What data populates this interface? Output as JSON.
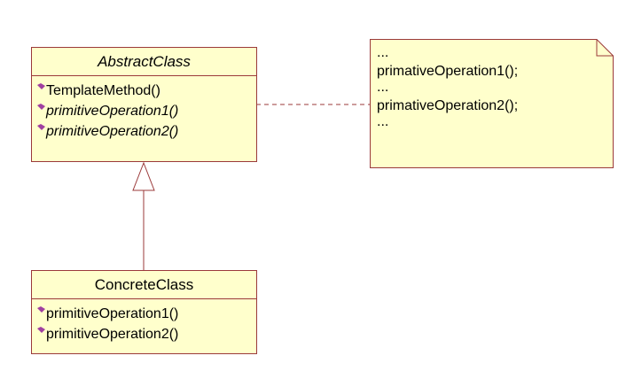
{
  "abstract_class": {
    "name": "AbstractClass",
    "operations": [
      {
        "label": "TemplateMethod()",
        "abstract": false
      },
      {
        "label": "primitiveOperation1()",
        "abstract": true
      },
      {
        "label": "primitiveOperation2()",
        "abstract": true
      }
    ]
  },
  "concrete_class": {
    "name": "ConcreteClass",
    "operations": [
      {
        "label": "primitiveOperation1()"
      },
      {
        "label": "primitiveOperation2()"
      }
    ]
  },
  "note": {
    "lines": [
      "...",
      "primativeOperation1();",
      "...",
      "primativeOperation2();",
      "..."
    ]
  },
  "colors": {
    "class_fill": "#ffffcc",
    "border": "#9b3a3a",
    "operation_icon": "#a040a0",
    "dashed_connector": "#9b3a3a"
  }
}
